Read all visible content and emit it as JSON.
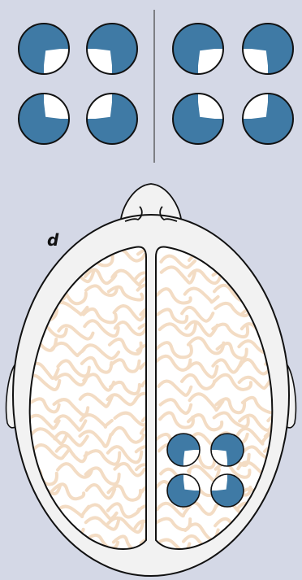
{
  "panel_label": "d",
  "colors": {
    "background": "#d4d8e6",
    "pie_fill": "#3f7aa5",
    "pie_gap": "#ffffff",
    "outline": "#111111",
    "head_fill": "#f2f2f2",
    "brain_fill": "#ffffff",
    "gyri": "#f3dcc4",
    "divider": "#444444"
  },
  "icon": "pacman-inducer",
  "groups": [
    {
      "name": "top-left-square",
      "inducers": [
        {
          "notch": "lower-right"
        },
        {
          "notch": "lower-left"
        },
        {
          "notch": "upper-right"
        },
        {
          "notch": "upper-left"
        }
      ]
    },
    {
      "name": "top-right-square",
      "inducers": [
        {
          "notch": "lower-right"
        },
        {
          "notch": "lower-left"
        },
        {
          "notch": "upper-right"
        },
        {
          "notch": "upper-left"
        }
      ]
    },
    {
      "name": "brain-square",
      "inducers": [
        {
          "notch": "lower-right"
        },
        {
          "notch": "lower-left"
        },
        {
          "notch": "upper-right"
        },
        {
          "notch": "upper-left"
        }
      ]
    }
  ]
}
